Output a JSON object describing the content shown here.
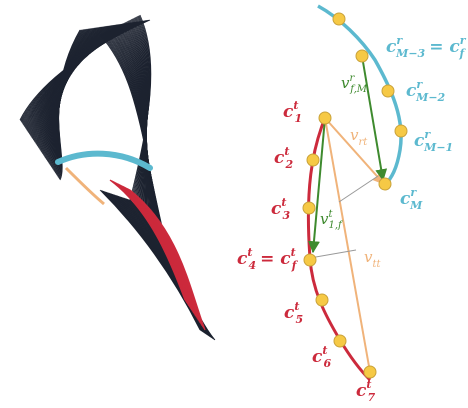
{
  "colors": {
    "curve_red": "#cc2a3c",
    "curve_blue": "#5cb9cf",
    "edge_orange": "#f0b37a",
    "edge_green": "#3e8a2e",
    "point_fill": "#f6c945",
    "point_stroke": "#c9a23a",
    "hair_dark": "#1d2330"
  },
  "labels": {
    "blue_top": {
      "base": "c",
      "sup": "r",
      "sub": "M−3"
    },
    "blue_top_eq": "= ",
    "blue_top_f": {
      "base": "c",
      "sup": "r",
      "sub": "f"
    },
    "blue_m2": {
      "base": "c",
      "sup": "r",
      "sub": "M−2"
    },
    "blue_m1": {
      "base": "c",
      "sup": "r",
      "sub": "M−1"
    },
    "blue_m": {
      "base": "c",
      "sup": "r",
      "sub": "M"
    },
    "red_1": {
      "base": "c",
      "sup": "t",
      "sub": "1"
    },
    "red_2": {
      "base": "c",
      "sup": "t",
      "sub": "2"
    },
    "red_3": {
      "base": "c",
      "sup": "t",
      "sub": "3"
    },
    "red_4": {
      "base": "c",
      "sup": "t",
      "sub": "4"
    },
    "red_4_eq": "= ",
    "red_4_f": {
      "base": "c",
      "sup": "t",
      "sub": "f"
    },
    "red_5": {
      "base": "c",
      "sup": "t",
      "sub": "5"
    },
    "red_6": {
      "base": "c",
      "sup": "t",
      "sub": "6"
    },
    "red_7": {
      "base": "c",
      "sup": "t",
      "sub": "7"
    },
    "v_fM": {
      "base": "v",
      "sup": "r",
      "sub": "f,M"
    },
    "v_1f": {
      "base": "v",
      "sup": "t",
      "sub": "1,f"
    },
    "v_rt": {
      "base": "v",
      "sub": "rt"
    },
    "v_tt": {
      "base": "v",
      "sub": "tt"
    }
  }
}
